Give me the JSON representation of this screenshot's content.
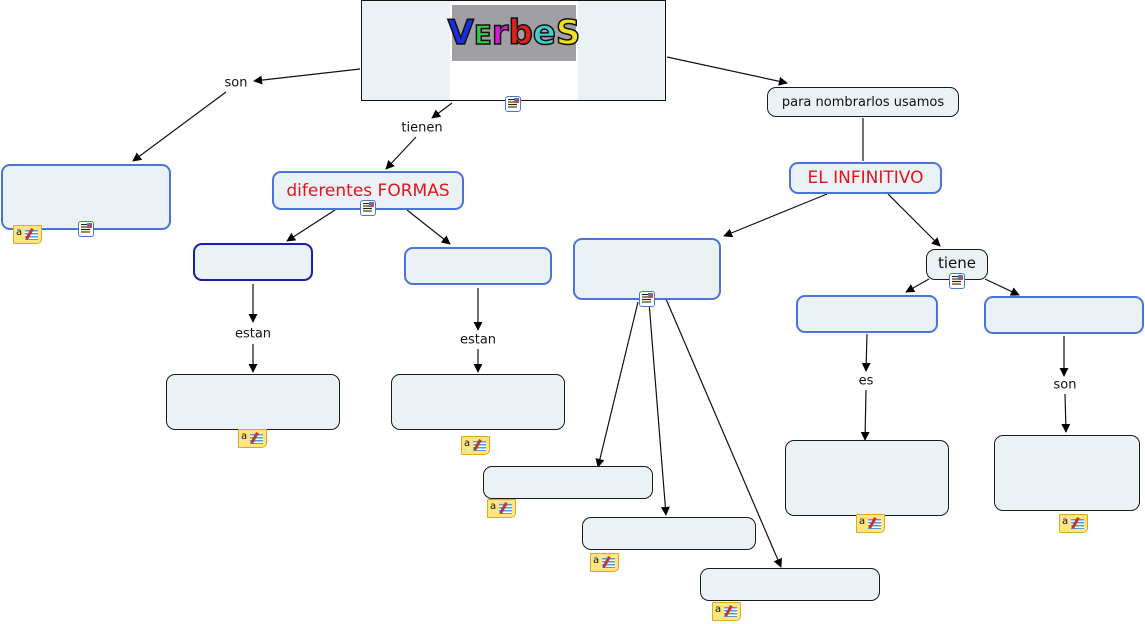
{
  "map": {
    "root": {
      "label": "",
      "image_text": "Verbes",
      "logo_letter_colors": [
        "#1a2ee0",
        "#2ecc40",
        "#d020d0",
        "#e02020",
        "#40d0d0",
        "#f0e020"
      ]
    },
    "concepts": [
      {
        "id": "left-box",
        "label": ""
      },
      {
        "id": "diferentes-formas",
        "label": "diferentes FORMAS"
      },
      {
        "id": "formas-left",
        "label": ""
      },
      {
        "id": "formas-right",
        "label": ""
      },
      {
        "id": "estan-left-target",
        "label": ""
      },
      {
        "id": "estan-right-target",
        "label": ""
      },
      {
        "id": "para-nombrarlos",
        "label": "para nombrarlos usamos"
      },
      {
        "id": "el-infinitivo",
        "label": "EL INFINITIVO"
      },
      {
        "id": "infinitivo-left",
        "label": ""
      },
      {
        "id": "tiene",
        "label": "tiene"
      },
      {
        "id": "tiene-left",
        "label": ""
      },
      {
        "id": "tiene-right",
        "label": ""
      },
      {
        "id": "es-target",
        "label": ""
      },
      {
        "id": "son-target",
        "label": ""
      },
      {
        "id": "ending-1",
        "label": ""
      },
      {
        "id": "ending-2",
        "label": ""
      },
      {
        "id": "ending-3",
        "label": ""
      }
    ],
    "link_phrases": {
      "son_left": "son",
      "tienen": "tienen",
      "estan_left": "estan",
      "estan_right": "estan",
      "es": "es",
      "son_right": "son"
    },
    "colors": {
      "concept_fill": "#ebf2f5",
      "concept_border_blue": "#4a74d8",
      "concept_border_selected": "#1a1ab4",
      "title_text": "#e0151b"
    }
  }
}
